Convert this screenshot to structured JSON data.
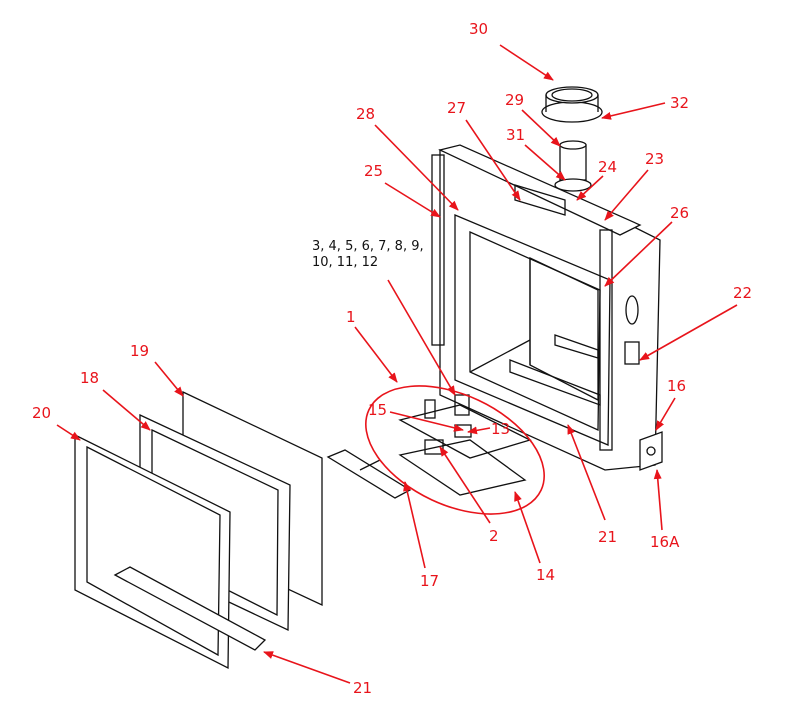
{
  "diagram": {
    "note_lines": [
      "3, 4, 5, 6, 7, 8, 9,",
      "10, 11, 12"
    ],
    "accent_color": "#e8141b",
    "callouts": [
      {
        "id": "30",
        "label": "30"
      },
      {
        "id": "32",
        "label": "32"
      },
      {
        "id": "29",
        "label": "29"
      },
      {
        "id": "28",
        "label": "28"
      },
      {
        "id": "27",
        "label": "27"
      },
      {
        "id": "31",
        "label": "31"
      },
      {
        "id": "24",
        "label": "24"
      },
      {
        "id": "23",
        "label": "23"
      },
      {
        "id": "25",
        "label": "25"
      },
      {
        "id": "26",
        "label": "26"
      },
      {
        "id": "22",
        "label": "22"
      },
      {
        "id": "1",
        "label": "1"
      },
      {
        "id": "15",
        "label": "15"
      },
      {
        "id": "13",
        "label": "13"
      },
      {
        "id": "16",
        "label": "16"
      },
      {
        "id": "16A",
        "label": "16A"
      },
      {
        "id": "19",
        "label": "19"
      },
      {
        "id": "18",
        "label": "18"
      },
      {
        "id": "20",
        "label": "20"
      },
      {
        "id": "21a",
        "label": "21"
      },
      {
        "id": "21b",
        "label": "21"
      },
      {
        "id": "17",
        "label": "17"
      },
      {
        "id": "2",
        "label": "2"
      },
      {
        "id": "14",
        "label": "14"
      }
    ]
  }
}
